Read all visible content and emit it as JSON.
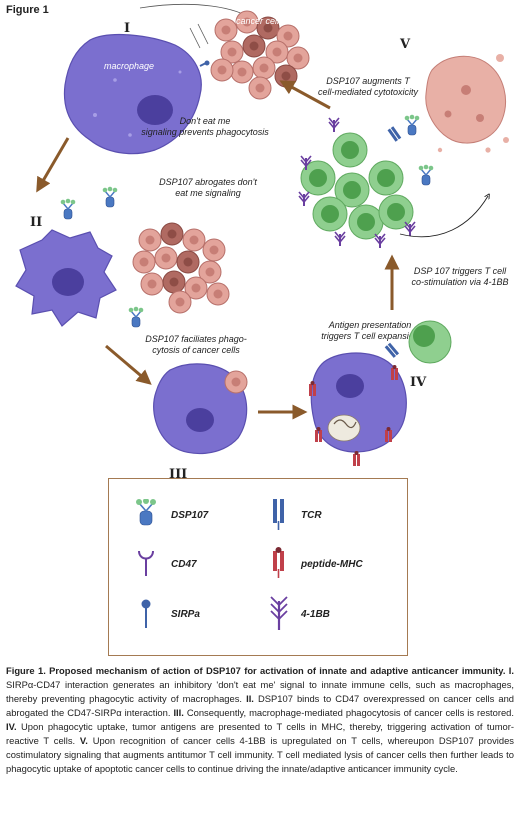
{
  "figure_label": "Figure 1",
  "stages": {
    "I": "I",
    "II": "II",
    "III": "III",
    "IV": "IV",
    "V": "V"
  },
  "labels": {
    "macrophage": "macrophage",
    "cancer_cells": "cancer cells",
    "t_cell": "T cell",
    "dont_eat_line1": "Don't eat me",
    "dont_eat_line2": "signaling prevents phagocytosis",
    "abrogates_line1": "DSP107 abrogates don't",
    "abrogates_line2": "eat me signaling",
    "facilitates_line1": "DSP107 faciliates phago-",
    "facilitates_line2": "cytosis of cancer cells",
    "antigen_line1": "Antigen presentation",
    "antigen_line2": "triggers T cell expansion",
    "triggers_line1": "DSP 107 triggers T cell",
    "triggers_line2": "co-stimulation via 4-1BB",
    "augments_line1": "DSP107 augments T",
    "augments_line2": "cell-mediated cytotoxicity"
  },
  "legend": {
    "dsp107": "DSP107",
    "cd47": "CD47",
    "sirpa": "SIRPa",
    "tcr": "TCR",
    "pmhc": "peptide-MHC",
    "fourbb": "4-1BB"
  },
  "caption": {
    "title": "Figure 1. Proposed mechanism of action of DSP107 for activation of innate and adaptive anticancer immunity.",
    "s1": "I.",
    "t1": "SIRPα-CD47 interaction generates an inhibitory 'don't eat me' signal to innate immune cells, such as macrophages, thereby preventing phagocytic activity of macrophages.",
    "s2": "II.",
    "t2": "DSP107 binds to CD47 overexpressed on cancer cells and abrogated the CD47-SIRPα interaction.",
    "s3": "III.",
    "t3": "Consequently, macrophage-mediated phagocytosis of cancer cells is restored.",
    "s4": "IV.",
    "t4": "Upon phagocytic uptake, tumor antigens are presented to T cells in MHC, thereby, triggering activation of tumor-reactive T cells.",
    "s5": "V.",
    "t5": "Upon recognition of cancer cells 4-1BB is upregulated on T cells, whereupon DSP107 provides costimulatory signaling that augments antitumor T cell immunity. T cell mediated lysis of cancer cells then further leads to phagocytic uptake of apoptotic cancer cells to continue driving the innate/adaptive anticancer immunity cycle."
  },
  "colors": {
    "macrophage": "#7b6fcf",
    "macrophage_nucleus": "#4b3f9e",
    "cancer": "#e3a49b",
    "cancer_dark": "#a45e58",
    "tcell": "#8fcf8f",
    "tcell_nucleus": "#4ea04e",
    "arrow": "#8a5a2b",
    "dsp_blue": "#4a78c2",
    "dsp_green": "#7cc68a",
    "tcr_blue": "#3f63a8",
    "mhc_red": "#c0404a",
    "bb_purple": "#6a3fa0"
  }
}
